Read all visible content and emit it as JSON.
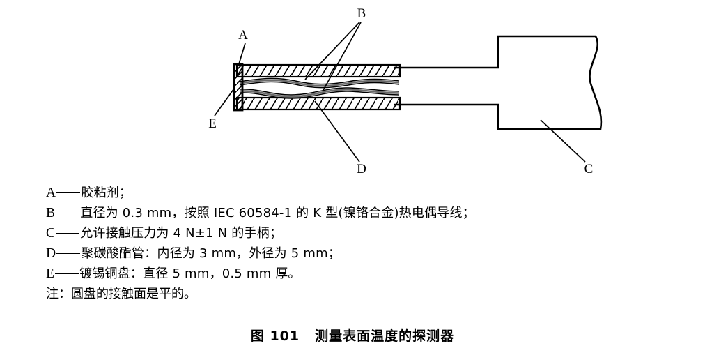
{
  "figure": {
    "caption_number": "图 101",
    "caption_title": "测量表面温度的探测器"
  },
  "diagram": {
    "labels": [
      {
        "id": "A",
        "text": "A"
      },
      {
        "id": "B",
        "text": "B"
      },
      {
        "id": "C",
        "text": "C"
      },
      {
        "id": "D",
        "text": "D"
      },
      {
        "id": "E",
        "text": "E"
      }
    ]
  },
  "legend": {
    "items": [
      {
        "key": "A",
        "text": "胶粘剂；"
      },
      {
        "key": "B",
        "text": "直径为 0.3 mm，按照 IEC 60584-1 的 K 型(镍铬合金)热电偶导线；"
      },
      {
        "key": "C",
        "text": "允许接触压力为 4 N±1 N 的手柄；"
      },
      {
        "key": "D",
        "text": "聚碳酸酯管：内径为 3 mm，外径为 5 mm；"
      },
      {
        "key": "E",
        "text": "镀锡铜盘：直径 5 mm，0.5 mm 厚。"
      }
    ],
    "note": "注：圆盘的接触面是平的。"
  },
  "colors": {
    "ink": "#000000",
    "background": "#ffffff",
    "wire": "#555555"
  }
}
